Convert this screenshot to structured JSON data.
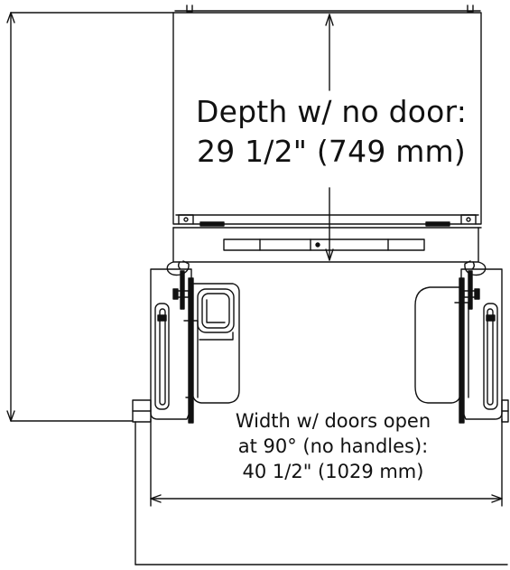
{
  "labels": {
    "depth_line1": "Depth w/ no door:",
    "depth_line2": "29 1/2\" (749 mm)",
    "width_line1": "Width w/ doors open",
    "width_line2": "at 90° (no handles):",
    "width_line3": "40 1/2\" (1029 mm)"
  },
  "colors": {
    "stroke": "#111111",
    "fill_light": "#ffffff",
    "fill_dark": "#111111"
  }
}
